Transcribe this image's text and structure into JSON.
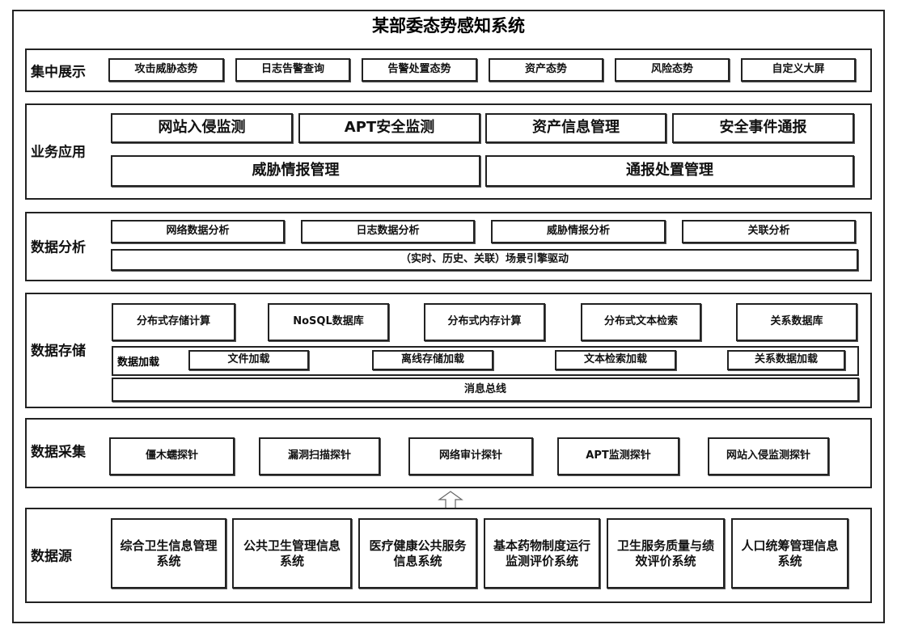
{
  "title": "某部委态势感知系统",
  "layers": {
    "display": {
      "label": "集中展示",
      "items": [
        "攻击威胁态势",
        "日志告警查询",
        "告警处置态势",
        "资产态势",
        "风险态势",
        "自定义大屏"
      ]
    },
    "business": {
      "label": "业务应用",
      "row1": [
        "网站入侵监测",
        "APT安全监测",
        "资产信息管理",
        "安全事件通报"
      ],
      "row2": [
        "威胁情报管理",
        "通报处置管理"
      ]
    },
    "analysis": {
      "label": "数据分析",
      "row1": [
        "网络数据分析",
        "日志数据分析",
        "威胁情报分析",
        "关联分析"
      ],
      "engine": "（实时、历史、关联）场景引擎驱动"
    },
    "storage": {
      "label": "数据存储",
      "row1": [
        "分布式存储计算",
        "NoSQL数据库",
        "分布式内存计算",
        "分布式文本检索",
        "关系数据库"
      ],
      "load_label": "数据加载",
      "loads": [
        "文件加载",
        "离线存储加载",
        "文本检索加载",
        "关系数据加载"
      ],
      "bus": "消息总线"
    },
    "collection": {
      "label": "数据采集",
      "items": [
        "僵木蠕探针",
        "漏洞扫描探针",
        "网络审计探针",
        "APT监测探针",
        "网站入侵监测探针"
      ]
    },
    "source": {
      "label": "数据源",
      "items": [
        "综合卫生信息管理系统",
        "公共卫生管理信息系统",
        "医疗健康公共服务信息系统",
        "基本药物制度运行监测评价系统",
        "卫生服务质量与绩效评价系统",
        "人口统筹管理信息系统"
      ]
    }
  }
}
